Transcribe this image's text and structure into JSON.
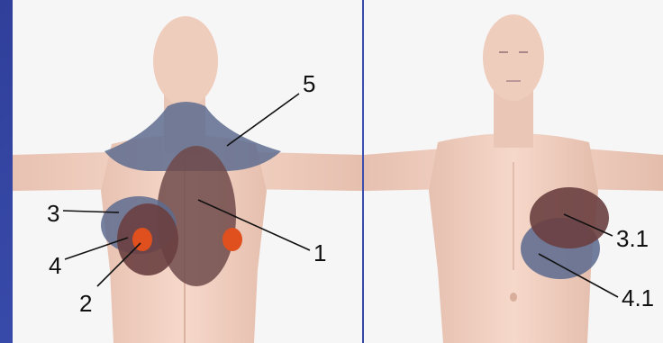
{
  "labels": {
    "zone_1": "1",
    "zone_2": "2",
    "zone_3": "3",
    "zone_4": "4",
    "zone_5": "5",
    "zone_3_1": "3.1",
    "zone_4_1": "4.1"
  },
  "colors": {
    "background": "#3444a6",
    "skin": "#f0cfc0",
    "zone_slate": "#5e6c8f",
    "zone_maroon": "#6e4a4a",
    "zone_red": "#e0501e"
  }
}
